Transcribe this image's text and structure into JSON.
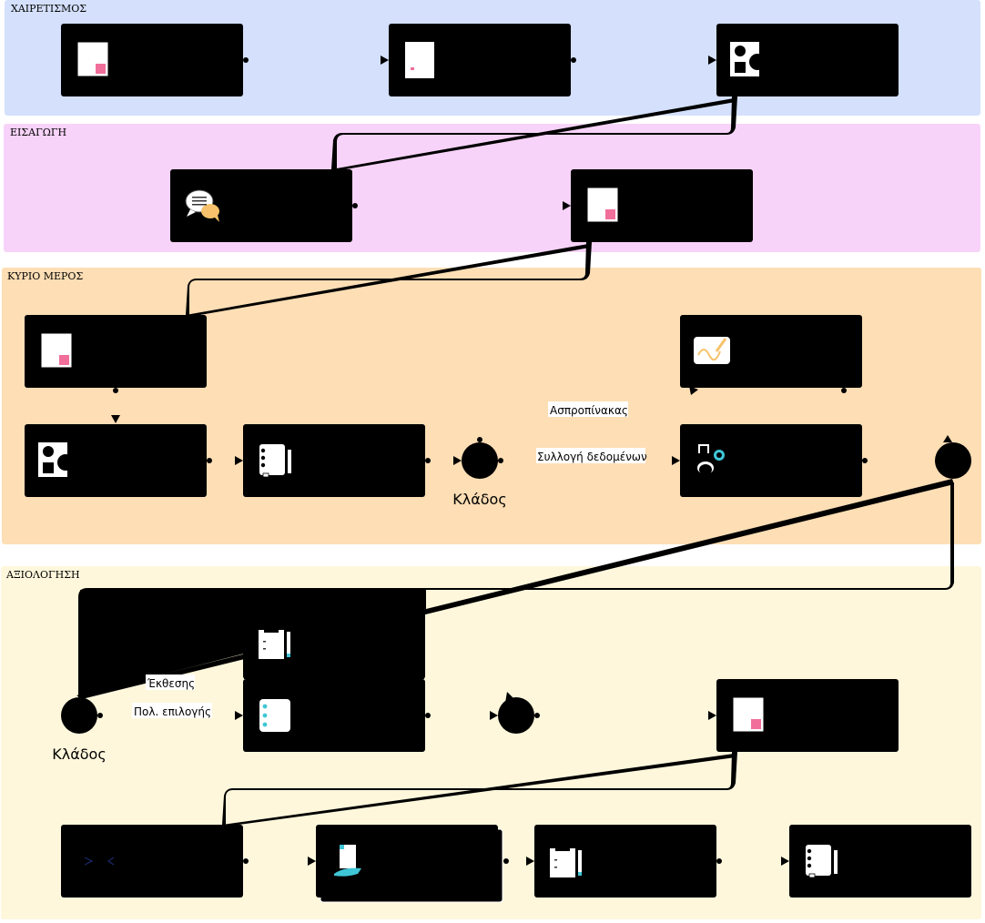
{
  "lanes": [
    {
      "id": "greeting",
      "label": "ΧΑΙΡΕΤΙΣΜΟΣ",
      "color": "#d4e0fc"
    },
    {
      "id": "intro",
      "label": "ΕΙΣΑΓΩΓΗ",
      "color": "#f8d3f9"
    },
    {
      "id": "main",
      "label": "ΚΥΡΙΟ ΜΕΡΟΣ",
      "color": "#fddeb5"
    },
    {
      "id": "evaluation",
      "label": "ΑΞΙΟΛΟΓΗΣΗ",
      "color": "#fef7dc"
    }
  ],
  "nodes": [
    {
      "id": "n1",
      "icon": "page-icon"
    },
    {
      "id": "n2",
      "icon": "document-icon"
    },
    {
      "id": "n3",
      "icon": "shapes-icon"
    },
    {
      "id": "n4",
      "icon": "chat-bubbles-icon"
    },
    {
      "id": "n5",
      "icon": "page-icon"
    },
    {
      "id": "n6",
      "icon": "page-icon"
    },
    {
      "id": "n7",
      "icon": "shapes-icon"
    },
    {
      "id": "n8",
      "icon": "notebook-icon"
    },
    {
      "id": "n9",
      "icon": "whiteboard-icon"
    },
    {
      "id": "n10",
      "icon": "data-collection-icon"
    },
    {
      "id": "n11",
      "icon": "clipboard-icon"
    },
    {
      "id": "n12",
      "icon": "multiple-choice-icon"
    },
    {
      "id": "n13",
      "icon": "page-icon"
    },
    {
      "id": "n14",
      "icon": "code-icon"
    },
    {
      "id": "n15",
      "icon": "hand-document-icon"
    },
    {
      "id": "n16",
      "icon": "clipboard-icon"
    },
    {
      "id": "n17",
      "icon": "notebook-icon"
    }
  ],
  "branches": [
    {
      "id": "b1",
      "label": "Κλάδος"
    },
    {
      "id": "b2",
      "label": ""
    },
    {
      "id": "b3",
      "label": "Κλάδος"
    },
    {
      "id": "b4",
      "label": ""
    }
  ],
  "edge_labels": {
    "whiteboard": "Ασπροπίνακας",
    "data_collection": "Συλλογή δεδομένων",
    "report": "Έκθεσης",
    "multiple_choice": "Πολ. επιλογής"
  },
  "colors": {
    "node_fill": "#000000",
    "connector": "#000000",
    "accent_pink": "#f06e9a",
    "accent_orange": "#f7c26b",
    "accent_cyan": "#3fc6d6"
  }
}
